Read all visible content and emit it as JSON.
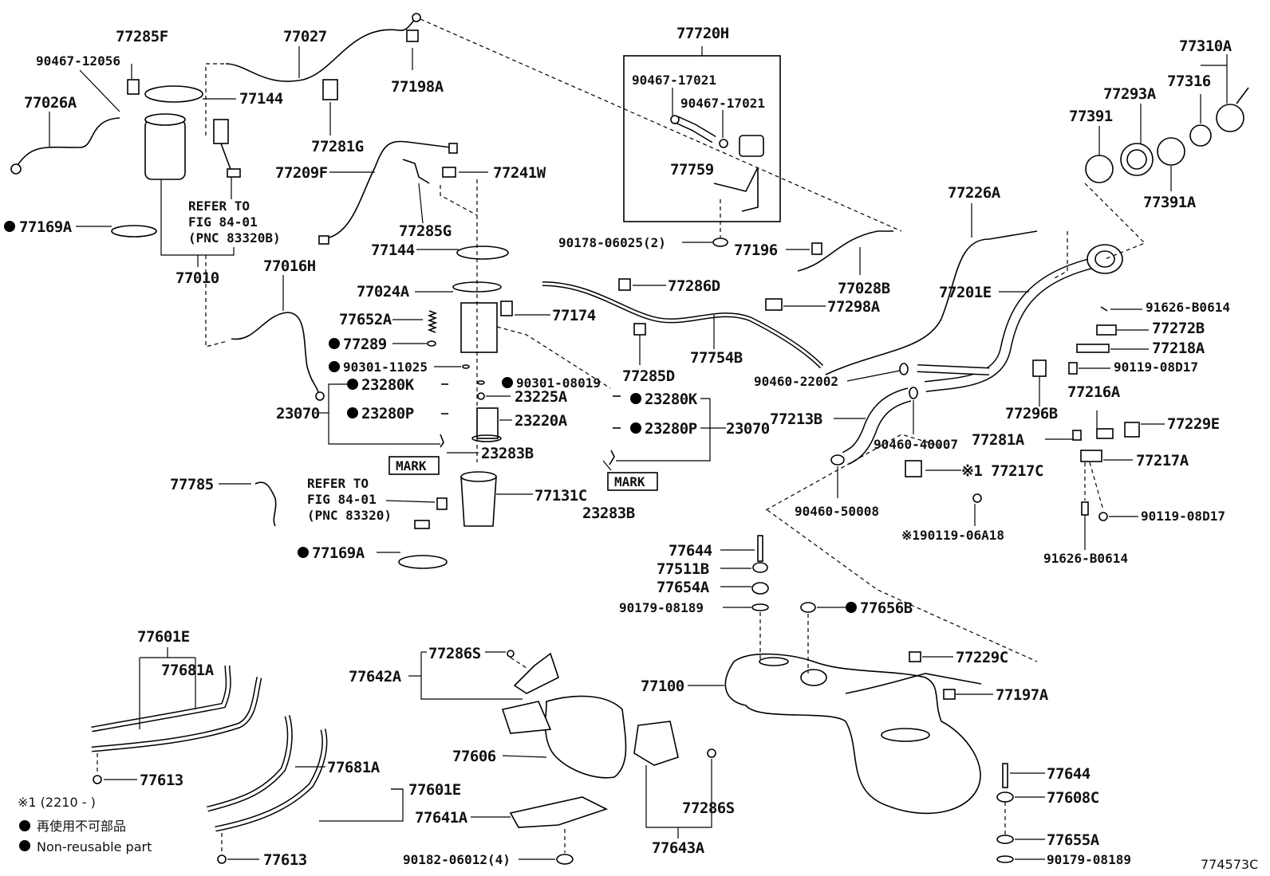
{
  "diagram_id": "774573C",
  "parts": [
    "77285F",
    "77027",
    "90467-12056",
    "77026A",
    "77144",
    "77198A",
    "77281G",
    "77169A",
    "77010",
    "77209F",
    "77241W",
    "77285G",
    "77016H",
    "77024A",
    "77174",
    "77652A",
    "77289",
    "90301-11025",
    "23280K",
    "90301-08019",
    "23225A",
    "23220A",
    "23280P",
    "23070",
    "23283B",
    "77785",
    "77131C",
    "77720H",
    "90467-17021",
    "77759",
    "90178-06025(2)",
    "77196",
    "77028B",
    "77286D",
    "77298A",
    "77754B",
    "77285D",
    "77226A",
    "77201E",
    "90460-22002",
    "77213B",
    "90460-40007",
    "90460-50008",
    "77217C",
    "90119-06A18",
    "77310A",
    "77293A",
    "77316",
    "77391",
    "77391A",
    "91626-B0614",
    "77272B",
    "77218A",
    "90119-08D17",
    "77296B",
    "77216A",
    "77229E",
    "77281A",
    "77217A",
    "77644",
    "77511B",
    "77654A",
    "90179-08189",
    "77656B",
    "77229C",
    "77100",
    "77197A",
    "77608C",
    "77655A",
    "77601E",
    "77681A",
    "77613",
    "77286S",
    "77642A",
    "77606",
    "77641A",
    "90182-06012(4)",
    "77643A"
  ],
  "labels": {
    "p77285F": "77285F",
    "p77027": "77027",
    "p9046712056": "90467-12056",
    "p77026A": "77026A",
    "p77144a": "77144",
    "p77198A": "77198A",
    "p77281G": "77281G",
    "p77169Aa": "77169A",
    "p77010": "77010",
    "refer1_l1": "REFER TO",
    "refer1_l2": "FIG 84-01",
    "refer1_l3": "(PNC 83320B)",
    "p77209F": "77209F",
    "p77241W": "77241W",
    "p77285G": "77285G",
    "p77144b": "77144",
    "p77016H": "77016H",
    "p77024A": "77024A",
    "p77174": "77174",
    "p77652A": "77652A",
    "p77289": "77289",
    "p9030111025": "90301-11025",
    "p23280Ka": "23280K",
    "p9030108019": "90301-08019",
    "p23225A": "23225A",
    "p23220A": "23220A",
    "p23280Pa": "23280P",
    "p23070a": "23070",
    "p23283Ba": "23283B",
    "mark1": "MARK",
    "p23280Kb": "23280K",
    "p23280Pb": "23280P",
    "p23070b": "23070",
    "mark2": "MARK",
    "p23283Bb": "23283B",
    "p77785": "77785",
    "refer2_l1": "REFER TO",
    "refer2_l2": "FIG 84-01",
    "refer2_l3": "(PNC 83320)",
    "p77131C": "77131C",
    "p77169Ab": "77169A",
    "p77720H": "77720H",
    "p9046717021a": "90467-17021",
    "p9046717021b": "90467-17021",
    "p77759": "77759",
    "p9017806025": "90178-06025(2)",
    "p77196": "77196",
    "p77028B": "77028B",
    "p77286D": "77286D",
    "p77298A": "77298A",
    "p77754B": "77754B",
    "p77285D": "77285D",
    "p77226A": "77226A",
    "p77201E": "77201E",
    "p9046022002": "90460-22002",
    "p77213B": "77213B",
    "p9046040007": "90460-40007",
    "p9046050008": "90460-50008",
    "p77217C": "※1 77217C",
    "p9011906A18": "※190119-06A18",
    "p77310A": "77310A",
    "p77293A": "77293A",
    "p77316": "77316",
    "p77391": "77391",
    "p77391A": "77391A",
    "p91626B0614a": "91626-B0614",
    "p77272B": "77272B",
    "p77218A": "77218A",
    "p9011908D17a": "90119-08D17",
    "p77296B": "77296B",
    "p77216A": "77216A",
    "p77229E": "77229E",
    "p77281A": "77281A",
    "p77217A": "77217A",
    "p9011908D17b": "90119-08D17",
    "p91626B0614b": "91626-B0614",
    "p77644a": "77644",
    "p77511B": "77511B",
    "p77654A": "77654A",
    "p9017908189a": "90179-08189",
    "p77656B": "77656B",
    "p77229C": "77229C",
    "p77100": "77100",
    "p77197A": "77197A",
    "p77644b": "77644",
    "p77608C": "77608C",
    "p77655A": "77655A",
    "p9017908189b": "90179-08189",
    "p77601Ea": "77601E",
    "p77681Aa": "77681A",
    "p77613a": "77613",
    "p77681Ab": "77681A",
    "p77601Eb": "77601E",
    "p77613b": "77613",
    "p77286Sa": "77286S",
    "p77642A": "77642A",
    "p77606": "77606",
    "p77641A": "77641A",
    "p9018206012": "90182-06012(4)",
    "p77286Sb": "77286S",
    "p77643A": "77643A",
    "legend_note": "※1 (2210 -      )",
    "legend_nonreuse_jp": "再使用不可部品",
    "legend_nonreuse_en": "Non-reusable part",
    "diagram_code": "774573C"
  },
  "icons": {
    "non_reusable_marker": "filled-circle"
  }
}
